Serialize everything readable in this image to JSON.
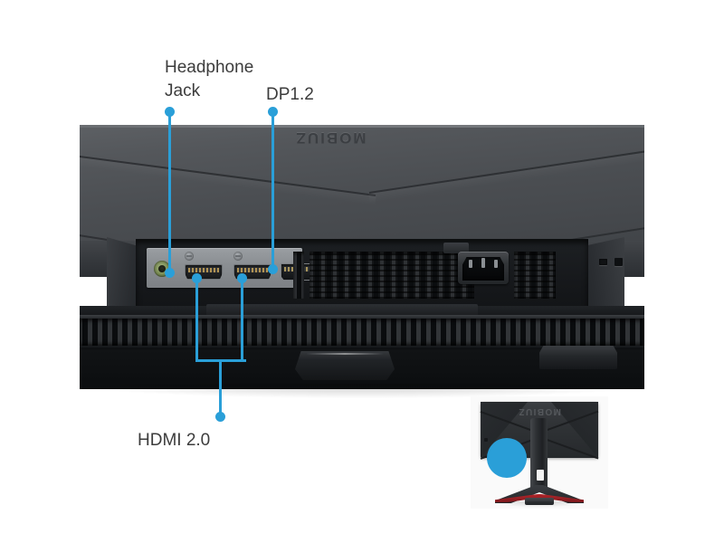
{
  "image": {
    "subject": "BenQ MOBIUZ gaming monitor rear I/O panel close-up with port callouts",
    "background_color": "#ffffff",
    "callout_color": "#2a9fd8",
    "label_text_color": "#3c3c3c"
  },
  "callouts": [
    {
      "id": "headphone-jack",
      "label": "Headphone\nJack",
      "label_line1": "Headphone",
      "label_line2": "Jack",
      "target": "3.5 mm audio jack"
    },
    {
      "id": "dp",
      "label": "DP1.2",
      "target": "DisplayPort 1.2 connector"
    },
    {
      "id": "hdmi",
      "label": "HDMI 2.0",
      "target": "two HDMI 2.0 connectors"
    }
  ],
  "monitor": {
    "brand_wordmark": "MOBIUZ",
    "ports": [
      {
        "name": "headphone-jack",
        "type": "3.5mm audio",
        "color": "#7d9055"
      },
      {
        "name": "hdmi-port-1",
        "type": "HDMI 2.0"
      },
      {
        "name": "hdmi-port-2",
        "type": "HDMI 2.0"
      },
      {
        "name": "displayport",
        "type": "DP1.2"
      },
      {
        "name": "ac-power-inlet",
        "type": "IEC C14"
      },
      {
        "name": "kensington-lock",
        "type": "security slot"
      }
    ],
    "shell_color": "#4b4e52",
    "bezel_color": "#16181b"
  },
  "thumbnail": {
    "wordmark": "MOBIUZ",
    "description": "full monitor rear view with stand",
    "accent_color": "#b2262b",
    "highlight_color": "#2a9fd8"
  }
}
